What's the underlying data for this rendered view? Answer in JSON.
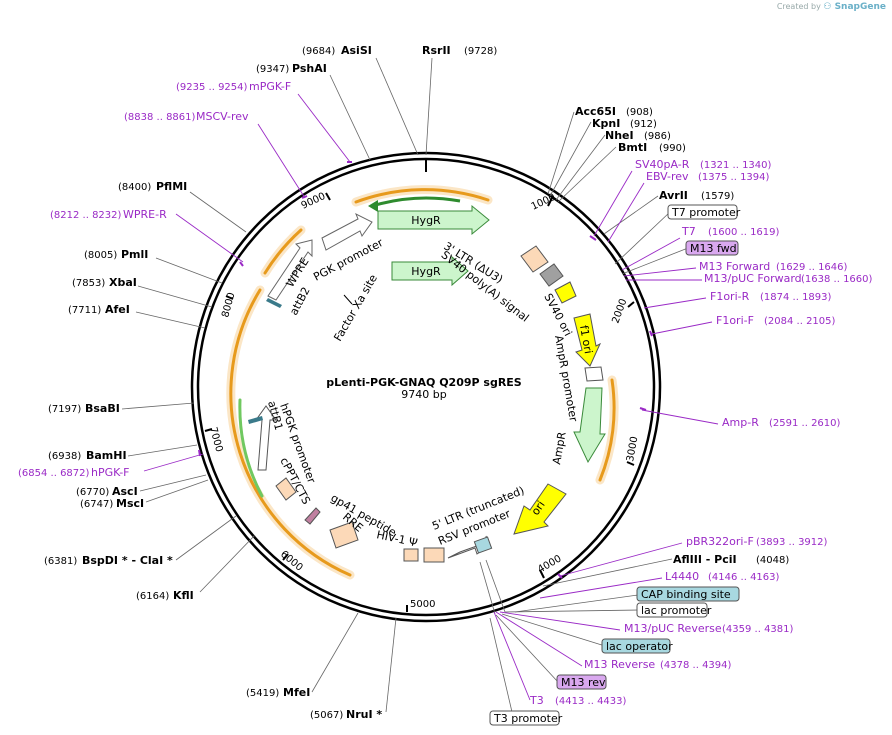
{
  "watermark": {
    "created_by": "Created by",
    "brand": "SnapGene"
  },
  "center": {
    "title": "pLenti-PGK-GNAQ Q209P sgRES",
    "length": "9740 bp"
  },
  "ticks": [
    "1000",
    "2000",
    "3000",
    "4000",
    "5000",
    "6000",
    "7000",
    "8000",
    "9000"
  ],
  "sites_left": [
    {
      "pos": "(9684)",
      "name": "AsiSI"
    },
    {
      "pos": "(9347)",
      "name": "PshAI"
    },
    {
      "pos": "(8400)",
      "name": "PflMI"
    },
    {
      "pos": "(8005)",
      "name": "PmlI"
    },
    {
      "pos": "(7853)",
      "name": "XbaI"
    },
    {
      "pos": "(7711)",
      "name": "AfeI"
    },
    {
      "pos": "(7197)",
      "name": "BsaBI"
    },
    {
      "pos": "(6938)",
      "name": "BamHI"
    },
    {
      "pos": "(6770)",
      "name": "AscI"
    },
    {
      "pos": "(6747)",
      "name": "MscI"
    },
    {
      "pos": "(6381)",
      "name": "BspDI *  - ClaI *"
    },
    {
      "pos": "(6164)",
      "name": "KflI"
    },
    {
      "pos": "(5419)",
      "name": "MfeI"
    },
    {
      "pos": "(5067)",
      "name": "NruI *"
    }
  ],
  "sites_right": [
    {
      "name": "RsrII",
      "pos": "(9728)"
    },
    {
      "name": "Acc65I",
      "pos": "(908)"
    },
    {
      "name": "KpnI",
      "pos": "(912)"
    },
    {
      "name": "NheI",
      "pos": "(986)"
    },
    {
      "name": "BmtI",
      "pos": "(990)"
    },
    {
      "name": "AvrII",
      "pos": "(1579)"
    },
    {
      "name": "AflIII  - PciI",
      "pos": "(4048)"
    }
  ],
  "primers_left": [
    {
      "range": "(9235 .. 9254)",
      "name": "mPGK-F"
    },
    {
      "range": "(8838 .. 8861)",
      "name": "MSCV-rev"
    },
    {
      "range": "(8212 .. 8232)",
      "name": "WPRE-R"
    },
    {
      "range": "(6854 .. 6872)",
      "name": "hPGK-F"
    }
  ],
  "primers_right": [
    {
      "name": "SV40pA-R",
      "range": "(1321 .. 1340)"
    },
    {
      "name": "EBV-rev",
      "range": "(1375 .. 1394)"
    },
    {
      "name": "T7",
      "range": "(1600 .. 1619)"
    },
    {
      "name": "M13 Forward",
      "range": "(1629 .. 1646)"
    },
    {
      "name": "M13/pUC Forward",
      "range": "(1638 .. 1660)"
    },
    {
      "name": "F1ori-R",
      "range": "(1874 .. 1893)"
    },
    {
      "name": "F1ori-F",
      "range": "(2084 .. 2105)"
    },
    {
      "name": "Amp-R",
      "range": "(2591 .. 2610)"
    },
    {
      "name": "pBR322ori-F",
      "range": "(3893 .. 3912)"
    },
    {
      "name": "L4440",
      "range": "(4146 .. 4163)"
    },
    {
      "name": "M13/pUC Reverse",
      "range": "(4359 .. 4381)"
    },
    {
      "name": "M13 Reverse",
      "range": "(4378 .. 4394)"
    },
    {
      "name": "T3",
      "range": "(4413 .. 4433)"
    }
  ],
  "boxed_features": [
    {
      "name": "T7 promoter",
      "style": "white"
    },
    {
      "name": "M13 fwd",
      "style": "purple"
    },
    {
      "name": "CAP binding site",
      "style": "teal"
    },
    {
      "name": "lac promoter",
      "style": "white"
    },
    {
      "name": "lac operator",
      "style": "teal"
    },
    {
      "name": "M13 rev",
      "style": "purple"
    },
    {
      "name": "T3 promoter",
      "style": "white"
    }
  ],
  "inner_features": {
    "hygr_1": "HygR",
    "hygr_2": "HygR",
    "pgk_promoter": "PGK promoter",
    "wpre": "WPRE",
    "attb2": "attB2",
    "factor_xa": "Factor Xa site",
    "ltr3": "3' LTR (ΔU3)",
    "sv40_polya": "SV40 poly(A) signal",
    "sv40_ori": "SV40 ori",
    "f1_ori": "f1 ori",
    "ampr_promoter": "AmpR promoter",
    "ampr": "AmpR",
    "ori": "ori",
    "ltr5": "5' LTR (truncated)",
    "rsv_promoter": "RSV promoter",
    "hiv_psi": "HIV-1 Ψ",
    "rre": "RRE",
    "gp41": "gp41 peptide",
    "cppt": "cPPT/CTS",
    "hpgk_promoter": "hPGK promoter",
    "attb1": "attB1"
  },
  "colors": {
    "primer": "#9a2ac6",
    "orange_band": "#f5a623",
    "hygr_fill": "#ccf5cc",
    "yellow": "#ffff00",
    "peach": "#fcd9b8",
    "teal_box": "#a8d8e0",
    "purple_box": "#d9a8ef"
  }
}
